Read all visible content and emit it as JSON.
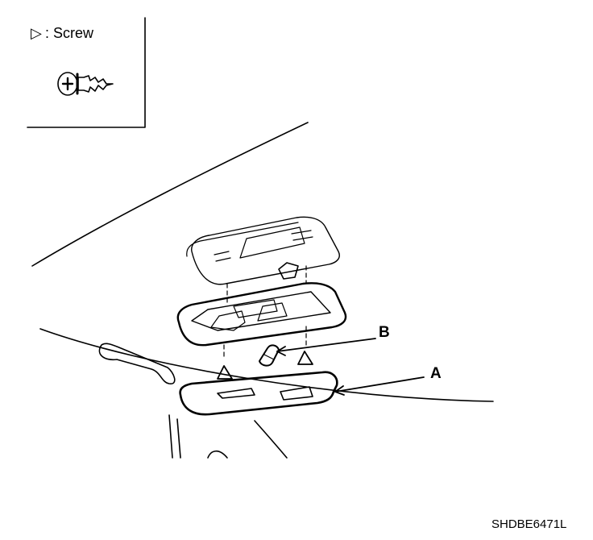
{
  "legend": {
    "symbol": "▷",
    "text": ": Screw"
  },
  "callouts": {
    "a": "A",
    "b": "B"
  },
  "figure_code": "SHDBE6471L"
}
